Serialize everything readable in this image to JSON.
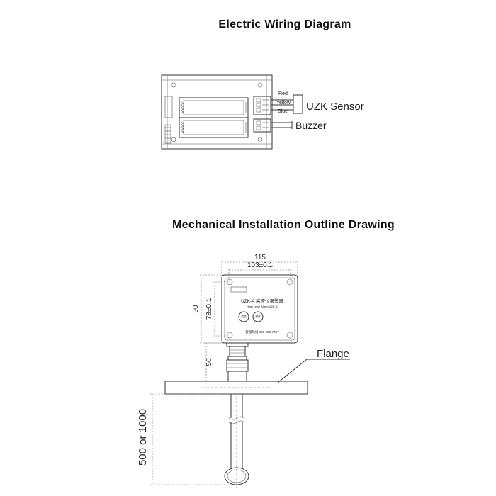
{
  "wiring": {
    "title": "Electric Wiring Diagram",
    "wire_labels": [
      "Red",
      "Yellow",
      "Blue"
    ],
    "sensor_label": "UZK Sensor",
    "buzzer_label": "Buzzer"
  },
  "mechanical": {
    "title": "Mechanical Installation Outline Drawing",
    "dim_width_outer": "115",
    "dim_width_inner": "103±0.1",
    "dim_height_outer": "90",
    "dim_height_inner": "78±0.1",
    "dim_neck": "50",
    "dim_length": "500 or 1000",
    "flange_label": "Flange",
    "device_brand": "",
    "device_model": "UZK-A 高液位报警器",
    "device_subtitle": "High Level Alarm UZK-A",
    "device_btn1": "消音",
    "device_btn2": "测试",
    "device_footer": "客服热线 400-000-7007"
  }
}
